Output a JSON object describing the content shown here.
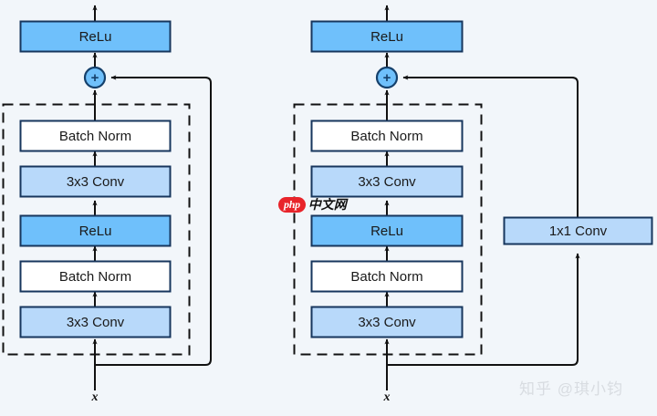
{
  "figure": {
    "background_color": "#f2f6fa",
    "block_border_color": "#17365d",
    "arrow_color": "#111111",
    "dashed_color": "#111111"
  },
  "colors": {
    "relu_fill": "#6fc0fb",
    "conv_fill": "#b8d9fa",
    "batchnorm_fill": "#ffffff",
    "plus_fill": "#6fc0fb",
    "plus_stroke": "#15406b"
  },
  "left_block": {
    "name": "identity-residual-block",
    "input_label": "x",
    "output_relu": "ReLu",
    "adder_symbol": "+",
    "layers": [
      {
        "label": "Batch Norm",
        "kind": "batchnorm"
      },
      {
        "label": "3x3 Conv",
        "kind": "conv"
      },
      {
        "label": "ReLu",
        "kind": "relu"
      },
      {
        "label": "Batch Norm",
        "kind": "batchnorm"
      },
      {
        "label": "3x3 Conv",
        "kind": "conv"
      }
    ]
  },
  "right_block": {
    "name": "projection-residual-block",
    "input_label": "x",
    "output_relu": "ReLu",
    "adder_symbol": "+",
    "shortcut_layer": {
      "label": "1x1 Conv",
      "kind": "conv"
    },
    "layers": [
      {
        "label": "Batch Norm",
        "kind": "batchnorm"
      },
      {
        "label": "3x3 Conv",
        "kind": "conv"
      },
      {
        "label": "ReLu",
        "kind": "relu"
      },
      {
        "label": "Batch Norm",
        "kind": "batchnorm"
      },
      {
        "label": "3x3 Conv",
        "kind": "conv"
      }
    ]
  },
  "watermarks": {
    "php_badge": "php",
    "php_text": "中文网",
    "zhihu": "知乎 @琪小钧"
  }
}
